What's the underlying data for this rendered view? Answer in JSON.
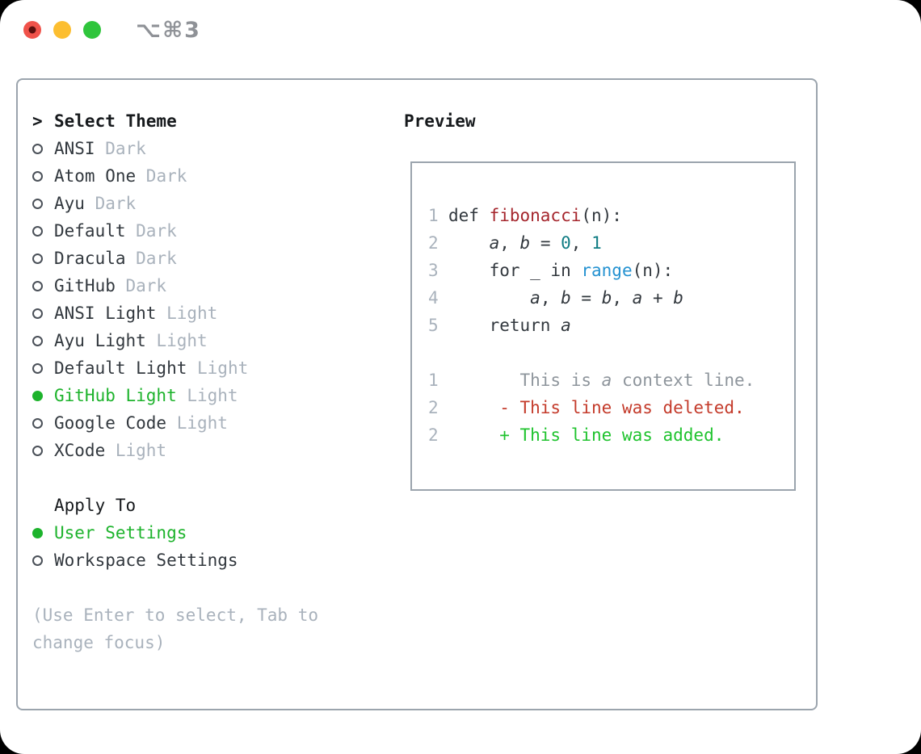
{
  "window": {
    "title": "⌥⌘3"
  },
  "traffic_lights": [
    {
      "name": "close-button",
      "color": "#f0524a",
      "dot": "#5c0f0d"
    },
    {
      "name": "minimize-button",
      "color": "#fcbe30",
      "dot": null
    },
    {
      "name": "maximize-button",
      "color": "#2fc53c",
      "dot": null
    }
  ],
  "theme_picker": {
    "title_prefix": ">",
    "title": "Select Theme",
    "items": [
      {
        "name": "ANSI",
        "variant": "Dark",
        "selected": false
      },
      {
        "name": "Atom One",
        "variant": "Dark",
        "selected": false
      },
      {
        "name": "Ayu",
        "variant": "Dark",
        "selected": false
      },
      {
        "name": "Default",
        "variant": "Dark",
        "selected": false
      },
      {
        "name": "Dracula",
        "variant": "Dark",
        "selected": false
      },
      {
        "name": "GitHub",
        "variant": "Dark",
        "selected": false
      },
      {
        "name": "ANSI Light",
        "variant": "Light",
        "selected": false
      },
      {
        "name": "Ayu Light",
        "variant": "Light",
        "selected": false
      },
      {
        "name": "Default Light",
        "variant": "Light",
        "selected": false
      },
      {
        "name": "GitHub Light",
        "variant": "Light",
        "selected": true
      },
      {
        "name": "Google Code",
        "variant": "Light",
        "selected": false
      },
      {
        "name": "XCode",
        "variant": "Light",
        "selected": false
      }
    ]
  },
  "apply_to": {
    "title": "Apply To",
    "options": [
      {
        "label": "User Settings",
        "selected": true
      },
      {
        "label": "Workspace Settings",
        "selected": false
      }
    ]
  },
  "help_lines": [
    "(Use Enter to select, Tab to",
    "change focus)"
  ],
  "preview": {
    "title": "Preview",
    "code_lines": [
      {
        "num": "1",
        "tokens": [
          {
            "t": "def ",
            "s": "plain"
          },
          {
            "t": "fibonacci",
            "s": "func"
          },
          {
            "t": "(n):",
            "s": "plain"
          }
        ]
      },
      {
        "num": "2",
        "tokens": [
          {
            "t": "    ",
            "s": "plain"
          },
          {
            "t": "a",
            "s": "var"
          },
          {
            "t": ", ",
            "s": "plain"
          },
          {
            "t": "b",
            "s": "var"
          },
          {
            "t": " = ",
            "s": "plain"
          },
          {
            "t": "0",
            "s": "num"
          },
          {
            "t": ", ",
            "s": "plain"
          },
          {
            "t": "1",
            "s": "num"
          }
        ]
      },
      {
        "num": "3",
        "tokens": [
          {
            "t": "    for _ in ",
            "s": "plain"
          },
          {
            "t": "range",
            "s": "builtin"
          },
          {
            "t": "(n):",
            "s": "plain"
          }
        ]
      },
      {
        "num": "4",
        "tokens": [
          {
            "t": "        ",
            "s": "plain"
          },
          {
            "t": "a",
            "s": "var"
          },
          {
            "t": ", ",
            "s": "plain"
          },
          {
            "t": "b",
            "s": "var"
          },
          {
            "t": " = ",
            "s": "plain"
          },
          {
            "t": "b",
            "s": "var"
          },
          {
            "t": ", ",
            "s": "plain"
          },
          {
            "t": "a",
            "s": "var"
          },
          {
            "t": " + ",
            "s": "plain"
          },
          {
            "t": "b",
            "s": "var"
          }
        ]
      },
      {
        "num": "5",
        "tokens": [
          {
            "t": "    return ",
            "s": "plain"
          },
          {
            "t": "a",
            "s": "var"
          }
        ]
      }
    ],
    "diff_lines": [
      {
        "num": "1",
        "kind": "context",
        "tokens": [
          {
            "t": "       This is ",
            "s": "context"
          },
          {
            "t": "a",
            "s": "context-var"
          },
          {
            "t": " context line.",
            "s": "context"
          }
        ]
      },
      {
        "num": "2",
        "kind": "deleted",
        "tokens": [
          {
            "t": "     - This line was deleted.",
            "s": "deleted"
          }
        ]
      },
      {
        "num": "2",
        "kind": "added",
        "tokens": [
          {
            "t": "     + This line was added.",
            "s": "added"
          }
        ]
      }
    ]
  },
  "colors": {
    "accent_green": "#1db32c",
    "border_gray": "#9ba4ad",
    "muted_gray": "#a9b2bc",
    "diff_context": "#8e959c",
    "diff_deleted": "#c43b2b",
    "diff_added": "#1fc32e",
    "syntax_function": "#a5262d",
    "syntax_number": "#0f7c83",
    "syntax_builtin": "#2492d1"
  }
}
